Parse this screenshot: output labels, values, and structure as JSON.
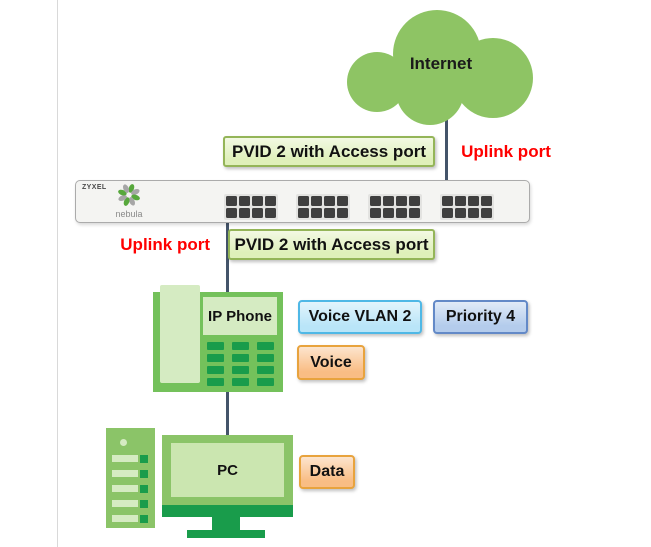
{
  "diagram": {
    "internet_label": "Internet",
    "switch": {
      "brand": "ZYXEL",
      "logo_text": "nebula",
      "port_groups": 4,
      "port_cols": 4,
      "port_rows": 2
    },
    "phone_label": "IP Phone",
    "pc_label": "PC",
    "keypad": {
      "rows": 4,
      "cols": 3
    },
    "tower_rows": 5,
    "labels": {
      "pvid_top": "PVID 2 with Access port",
      "uplink_top": "Uplink port",
      "uplink_bottom": "Uplink port",
      "pvid_bottom": "PVID 2 with Access port",
      "voice_vlan": "Voice VLAN 2",
      "priority": "Priority 4",
      "voice": "Voice",
      "data": "Data"
    },
    "colors": {
      "green": "#8BC468",
      "phone_green": "#74C15B",
      "cloud_green": "#8EC464",
      "dark_green": "#199C4B",
      "light_green": "#D5EBC2",
      "screen_green": "#CBE6B0",
      "connector": "#44546A",
      "red_text": "#FF0000",
      "pvid_fill": "#DFF0BA",
      "pvid_border": "#94B558",
      "blue_fill": "#B9E5F8",
      "blue_border": "#4FB8E6",
      "indigo_fill": "#B4CCEC",
      "indigo_border": "#6389C7",
      "orange_fill": "#F9BD84",
      "orange_border": "#E8A33D",
      "switch_fill": "#F4F4F2",
      "switch_border": "#ABABAB",
      "port_dark": "#3F3F3F",
      "port_panel": "#E3E3E1",
      "edge_line": "#D9D9D9",
      "logo_green": "#57A83C",
      "logo_gray": "#A6A6A6"
    }
  }
}
